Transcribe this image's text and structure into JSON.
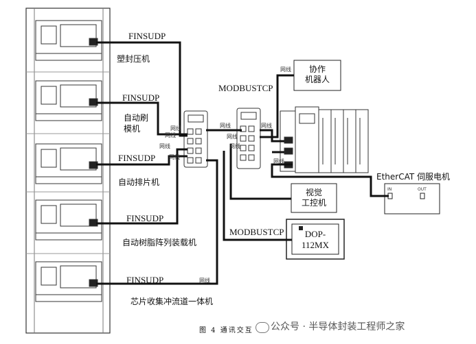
{
  "protocols": {
    "finsudp_1": "FINSUDP",
    "finsudp_2": "FINSUDP",
    "finsudp_3": "FINSUDP",
    "finsudp_4": "FINSUDP",
    "finsudp_5": "FINSUDP",
    "modbustcp_robot": "MODBUSTCP",
    "modbustcp_hmi": "MODBUSTCP"
  },
  "machines": {
    "m1": "塑封压机",
    "m2_line1": "自动刷",
    "m2_line2": "模机",
    "m3": "自动排片机",
    "m4": "自动树脂阵列装载机",
    "m5": "芯片收集冲流道一体机"
  },
  "devices": {
    "robot_line1": "协作",
    "robot_line2": "机器人",
    "vision_line1": "视觉",
    "vision_line2": "工控机",
    "hmi_line1": "DOP-",
    "hmi_line2": "112MX",
    "servo": "EtherCAT 伺服电机",
    "servo_port_in": "IN",
    "servo_port_out": "OUT"
  },
  "cable_labels": {
    "c1": "网线",
    "c2": "网线",
    "c3": "网线",
    "c4": "网线",
    "c5": "网线",
    "c6": "网线",
    "c7": "网线",
    "c8": "网线",
    "c9": "网线",
    "c10": "网线",
    "c11": "网线"
  },
  "caption": "图 4  通讯交互",
  "watermark": "公众号 · 半导体封装工程师之家"
}
